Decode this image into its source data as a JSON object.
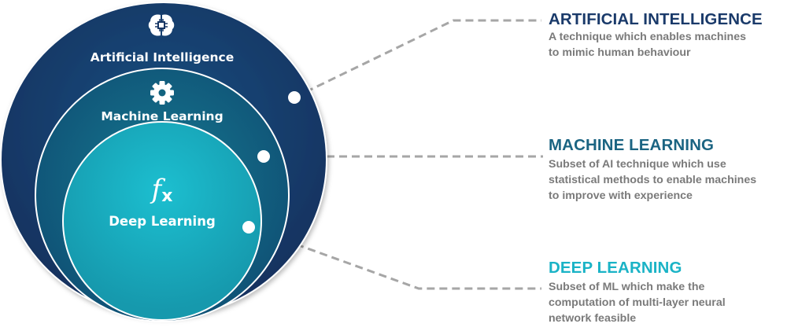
{
  "diagram": {
    "circles": [
      {
        "id": "ai",
        "label": "Artificial Intelligence",
        "icon": "brain-chip-icon"
      },
      {
        "id": "ml",
        "label": "Machine Learning",
        "icon": "gear-icon"
      },
      {
        "id": "dl",
        "label": "Deep Learning",
        "icon": "function-fx-icon",
        "icon_text": "fx"
      }
    ],
    "descriptions": [
      {
        "id": "ai",
        "title": "ARTIFICIAL INTELLIGENCE",
        "lines": [
          "A technique which enables machines",
          "to mimic human behaviour"
        ]
      },
      {
        "id": "ml",
        "title": "MACHINE LEARNING",
        "lines": [
          "Subset of AI technique which use",
          "statistical methods to enable machines",
          "to improve with experience"
        ]
      },
      {
        "id": "dl",
        "title": "DEEP LEARNING",
        "lines": [
          "Subset of ML which make the",
          "computation of multi-layer neural",
          "network feasible"
        ]
      }
    ]
  },
  "colors": {
    "outer_circle_top": "#173664",
    "outer_circle_bottom": "#0f3e6d",
    "middle_circle": "#12637f",
    "inner_circle": "#1aafc0",
    "ai_title": "#1a3a6a",
    "ml_title": "#1b6482",
    "dl_title": "#1ab3c6",
    "description_text": "#7a7a7a",
    "connector": "#a6a6a6"
  }
}
